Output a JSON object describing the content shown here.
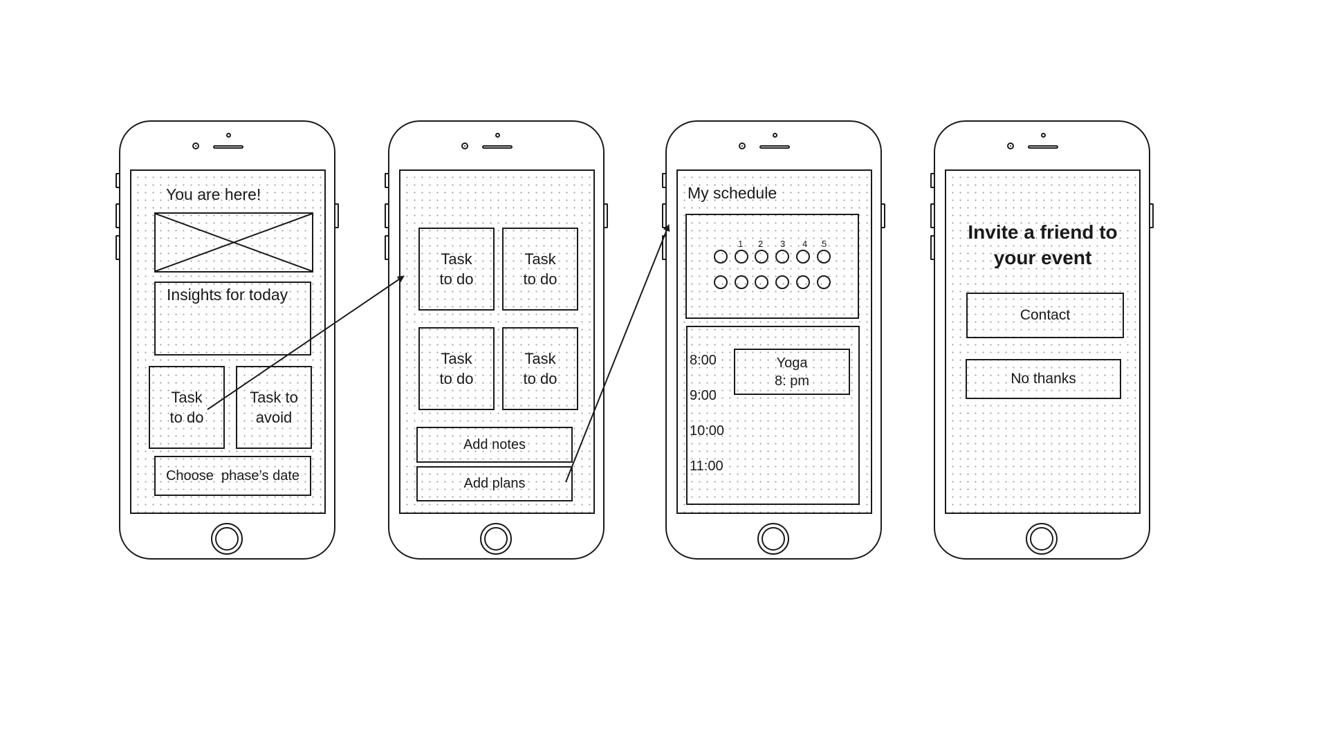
{
  "screens": [
    {
      "header": "You are here!",
      "insights_label": "Insights for today",
      "task_left": "Task\nto do",
      "task_right": "Task to\navoid",
      "choose_button": "Choose  phase’s date"
    },
    {
      "tasks": [
        "Task\nto do",
        "Task\nto do",
        "Task\nto do",
        "Task\nto do"
      ],
      "add_notes": "Add notes",
      "add_plans": "Add plans"
    },
    {
      "title": "My schedule",
      "day_numbers": [
        "1",
        "2",
        "3",
        "4",
        "5"
      ],
      "times": [
        "8:00",
        "9:00",
        "10:00",
        "11:00"
      ],
      "event": "Yoga\n8: pm"
    },
    {
      "title": "Invite a friend to\nyour event",
      "contact_button": "Contact",
      "no_thanks_button": "No thanks"
    }
  ],
  "colors": {
    "line": "#1a1a1a",
    "background": "#ffffff",
    "grid_dot": "#9a9a9a"
  }
}
